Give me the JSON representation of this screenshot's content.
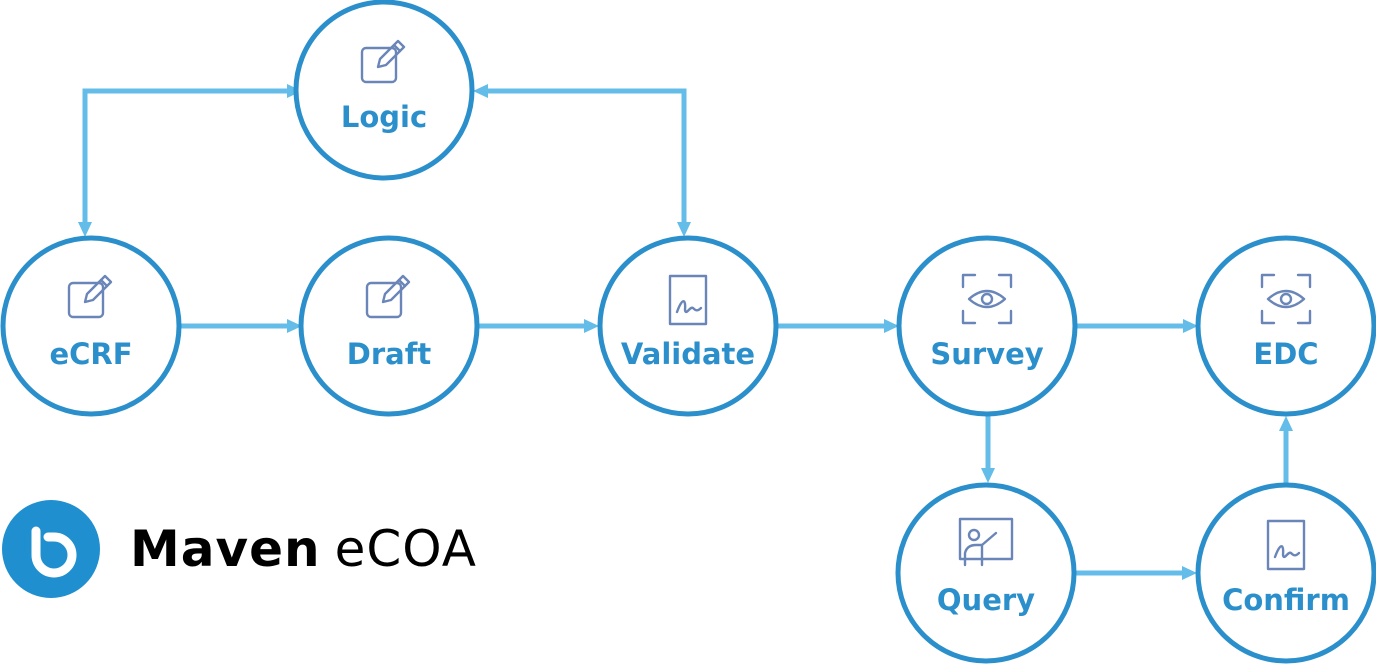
{
  "diagram": {
    "nodes": [
      {
        "id": "logic",
        "label": "Logic",
        "icon": "edit-icon"
      },
      {
        "id": "ecrf",
        "label": "eCRF",
        "icon": "edit-icon"
      },
      {
        "id": "draft",
        "label": "Draft",
        "icon": "edit-icon"
      },
      {
        "id": "validate",
        "label": "Validate",
        "icon": "signature-document-icon"
      },
      {
        "id": "survey",
        "label": "Survey",
        "icon": "eye-scan-icon"
      },
      {
        "id": "edc",
        "label": "EDC",
        "icon": "eye-scan-icon"
      },
      {
        "id": "query",
        "label": "Query",
        "icon": "presenter-board-icon"
      },
      {
        "id": "confirm",
        "label": "Confirm",
        "icon": "signature-document-icon"
      }
    ],
    "edges": [
      {
        "from": "ecrf",
        "to": "logic",
        "bidirectional": true
      },
      {
        "from": "validate",
        "to": "logic",
        "bidirectional": true
      },
      {
        "from": "ecrf",
        "to": "draft"
      },
      {
        "from": "draft",
        "to": "validate"
      },
      {
        "from": "validate",
        "to": "survey"
      },
      {
        "from": "survey",
        "to": "edc"
      },
      {
        "from": "survey",
        "to": "query"
      },
      {
        "from": "query",
        "to": "confirm"
      },
      {
        "from": "confirm",
        "to": "edc"
      }
    ],
    "colors": {
      "node_border": "#2a8fca",
      "label": "#2b8fcb",
      "arrow": "#63bde8",
      "icon": "#6a86b8"
    }
  },
  "brand": {
    "name_bold": "Maven",
    "name_light": "eCOA",
    "logo_icon": "maven-logo-icon",
    "logo_color": "#1f8fd0"
  }
}
